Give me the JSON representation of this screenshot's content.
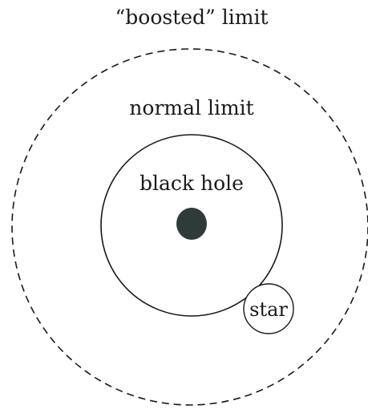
{
  "diagram": {
    "labels": {
      "boosted_limit": "“boosted” limit",
      "normal_limit": "normal limit",
      "black_hole": "black hole",
      "star": "star"
    },
    "colors": {
      "stroke": "#1a1a1a",
      "black_hole_fill": "#2f3b39",
      "background": "#ffffff"
    }
  }
}
